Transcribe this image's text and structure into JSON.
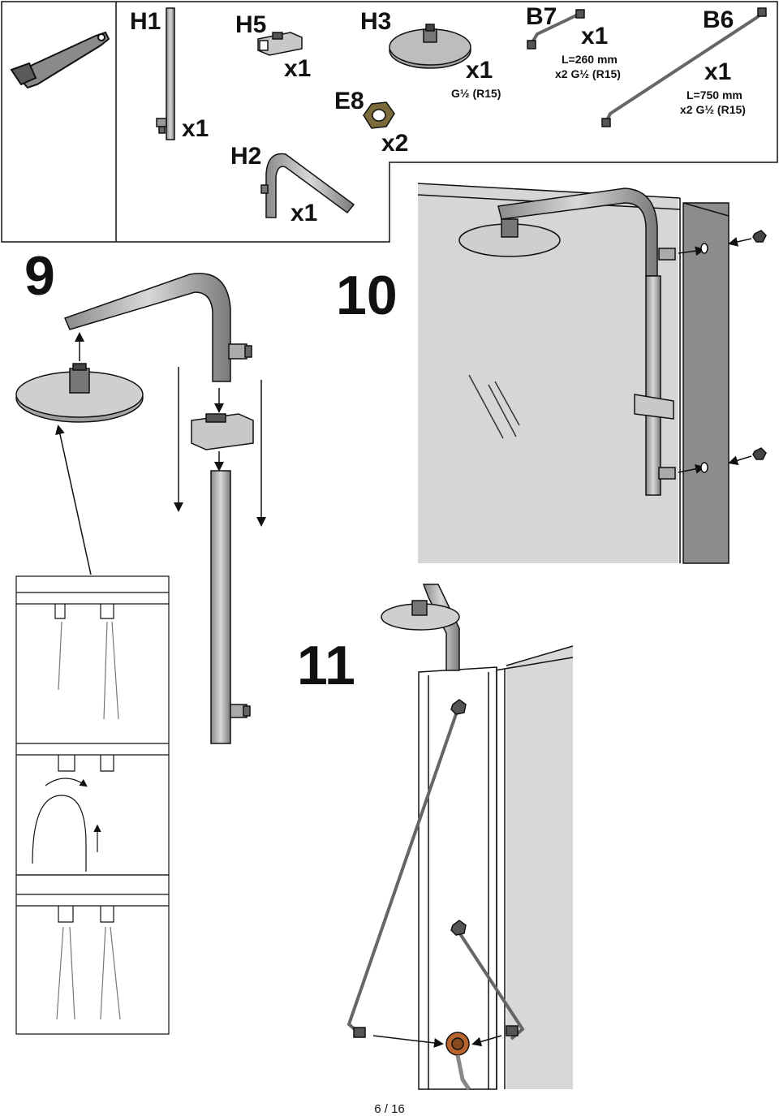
{
  "parts": {
    "h1": {
      "code": "H1",
      "qty": "x1"
    },
    "h5": {
      "code": "H5",
      "qty": "x1"
    },
    "h3": {
      "code": "H3",
      "qty": "x1",
      "spec": "G½ (R15)"
    },
    "e8": {
      "code": "E8",
      "qty": "x2"
    },
    "h2": {
      "code": "H2",
      "qty": "x1"
    },
    "b7": {
      "code": "B7",
      "qty": "x1",
      "spec_length": "L=260 mm",
      "spec_thread": "x2 G½ (R15)"
    },
    "b6": {
      "code": "B6",
      "qty": "x1",
      "spec_length": "L=750 mm",
      "spec_thread": "x2 G½ (R15)"
    }
  },
  "steps": {
    "step9": "9",
    "step10": "10",
    "step11": "11"
  },
  "footer": {
    "page": "6 / 16"
  },
  "icons": [
    "wrench-icon"
  ]
}
